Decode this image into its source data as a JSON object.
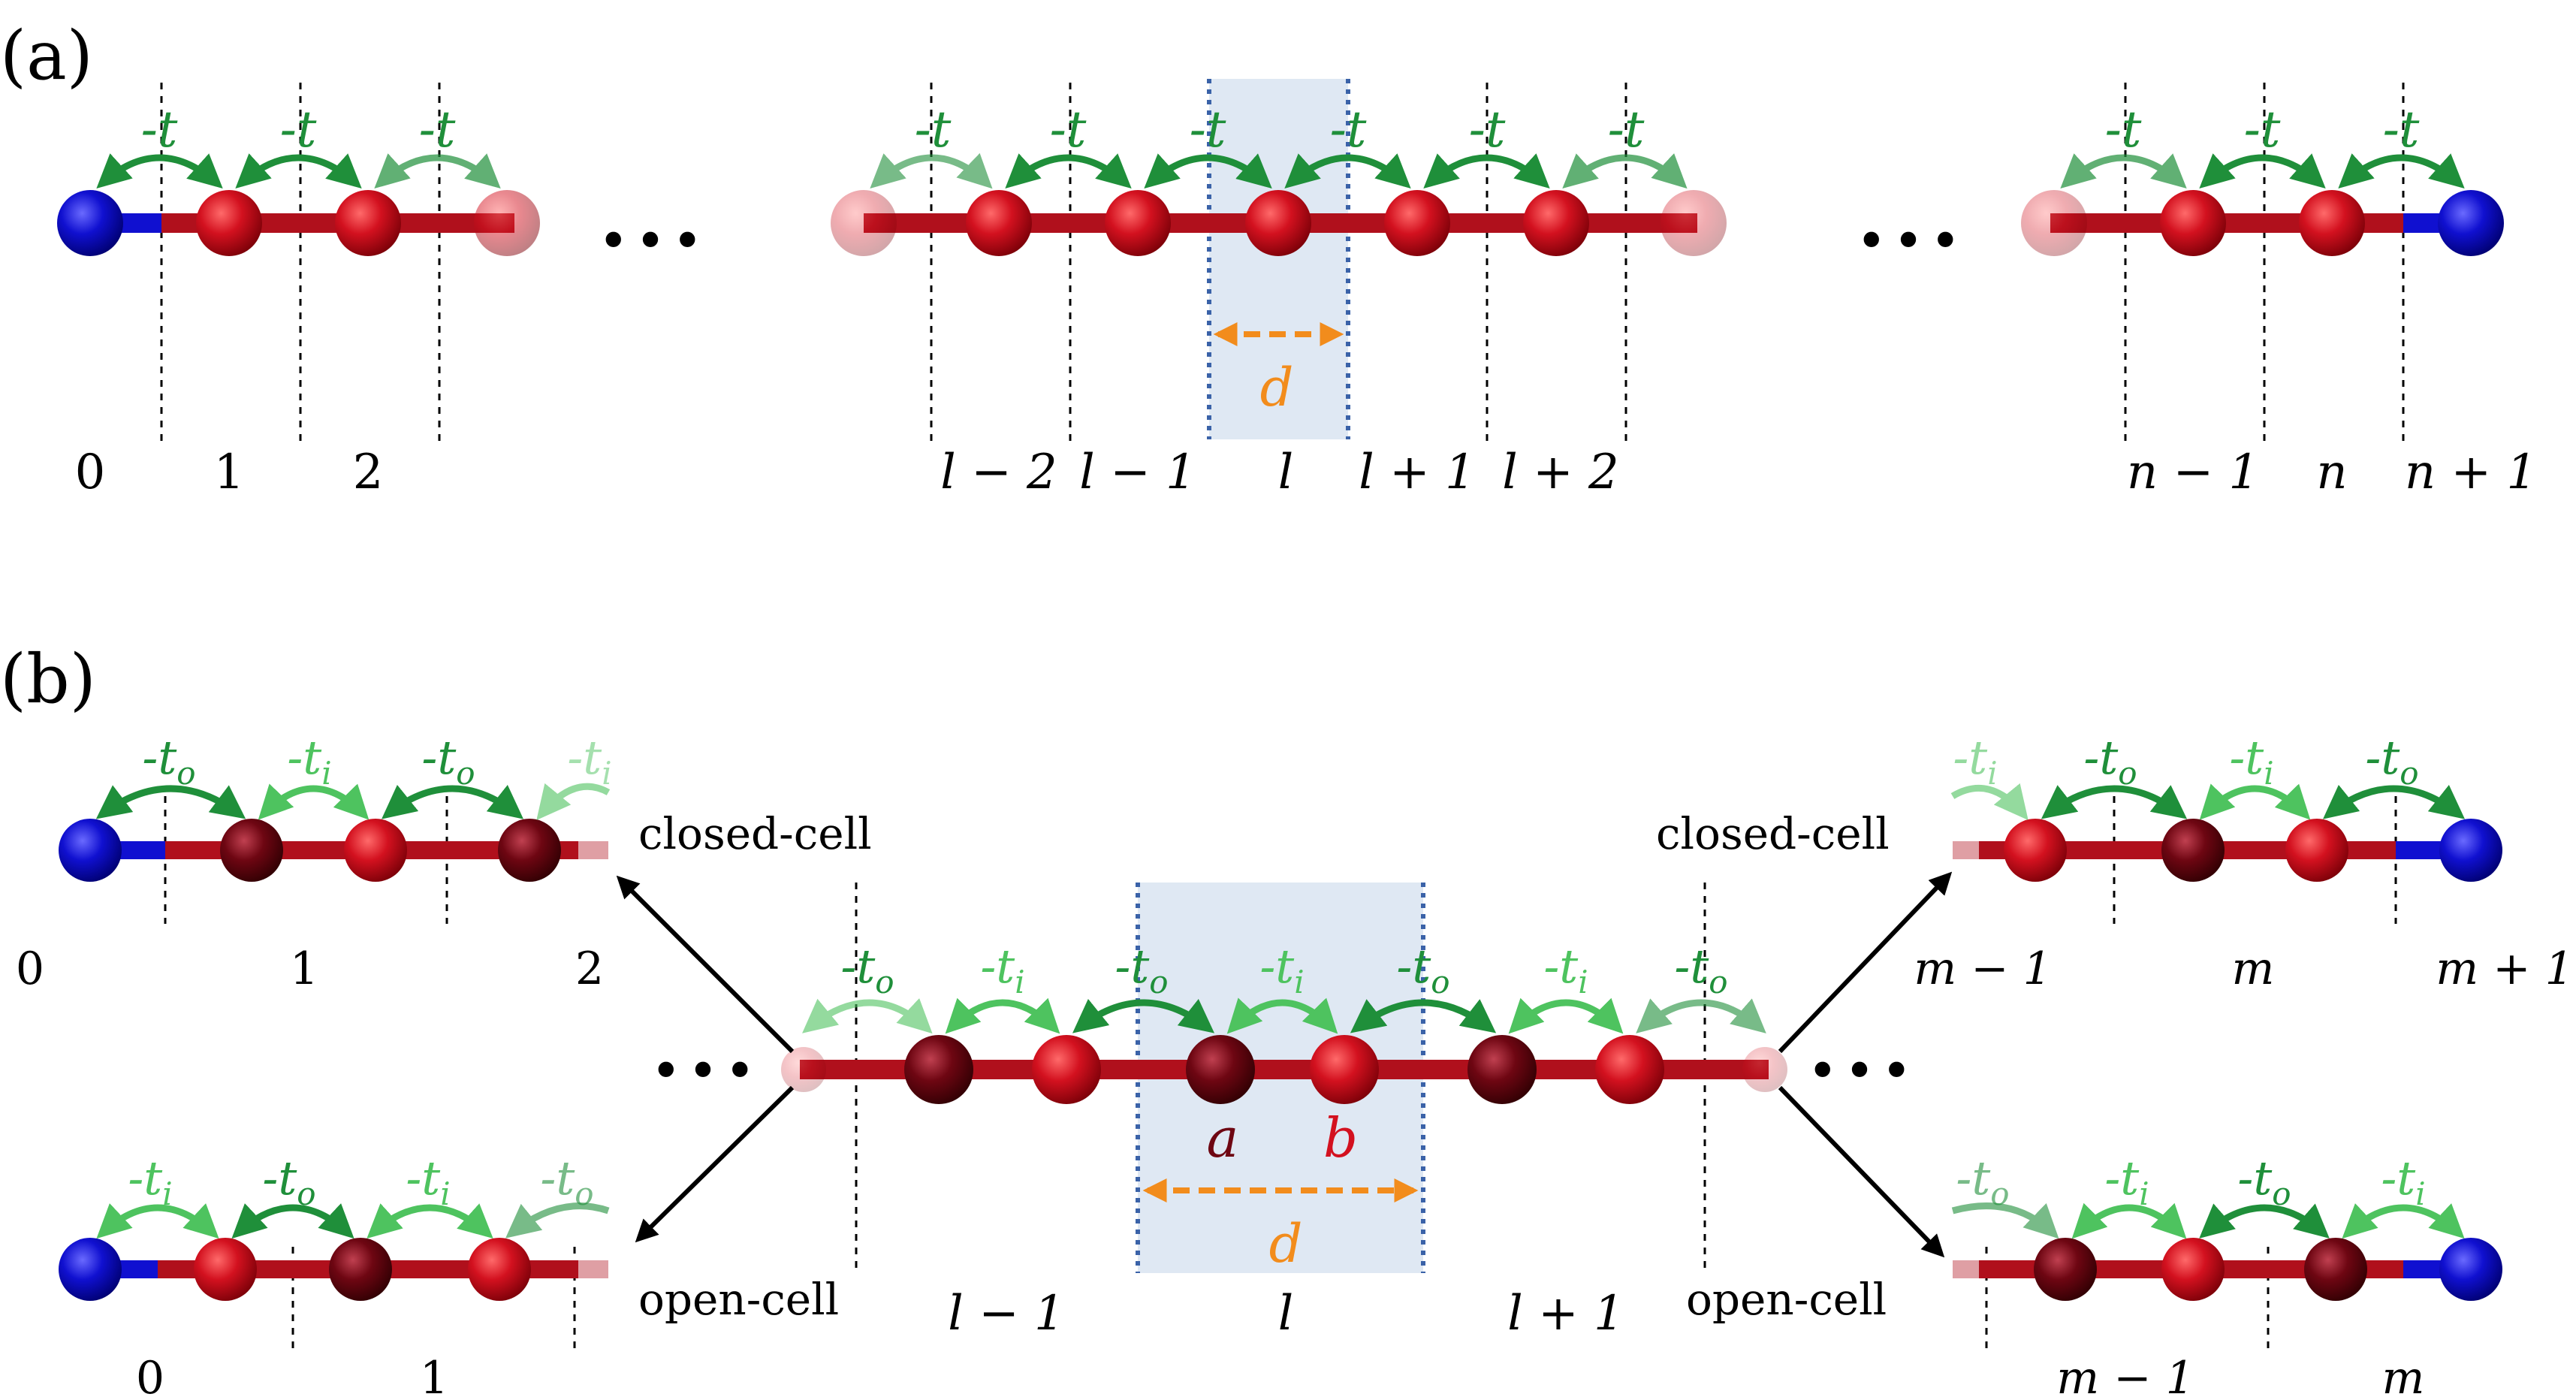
{
  "panels": {
    "a": {
      "label": "(a)",
      "hopping": "-t",
      "dots": "•••",
      "spacing_label": "d",
      "site_labels_left": [
        "0",
        "1",
        "2"
      ],
      "site_labels_middle": [
        "l − 2",
        "l − 1",
        "l",
        "l + 1",
        "l + 2"
      ],
      "site_labels_right": [
        "n − 1",
        "n",
        "n + 1"
      ]
    },
    "b": {
      "label": "(b)",
      "hop_o": "-t",
      "hop_o_sub": "o",
      "hop_i": "-t",
      "hop_i_sub": "i",
      "closed_cell": "closed-cell",
      "open_cell": "open-cell",
      "dots": "•••",
      "site_a": "a",
      "site_b": "b",
      "spacing_label": "d",
      "mid_labels": [
        "l − 1",
        "l",
        "l + 1"
      ],
      "tl_labels": [
        "0",
        "1",
        "2"
      ],
      "bl_labels": [
        "0",
        "1"
      ],
      "tr_labels": [
        "m − 1",
        "m",
        "m + 1"
      ],
      "br_labels": [
        "m − 1",
        "m"
      ]
    }
  },
  "colors": {
    "chain": "#b0101c",
    "edge_atom": "#1010d0",
    "atom_a": "#6e0612",
    "atom_b": "#d3111f",
    "hop_dark": "#1f8f3a",
    "hop_light": "#4ec35f",
    "spacing": "#f28c1c",
    "cell_fill": "#dfe8f3",
    "cell_border": "#3a62a8"
  }
}
